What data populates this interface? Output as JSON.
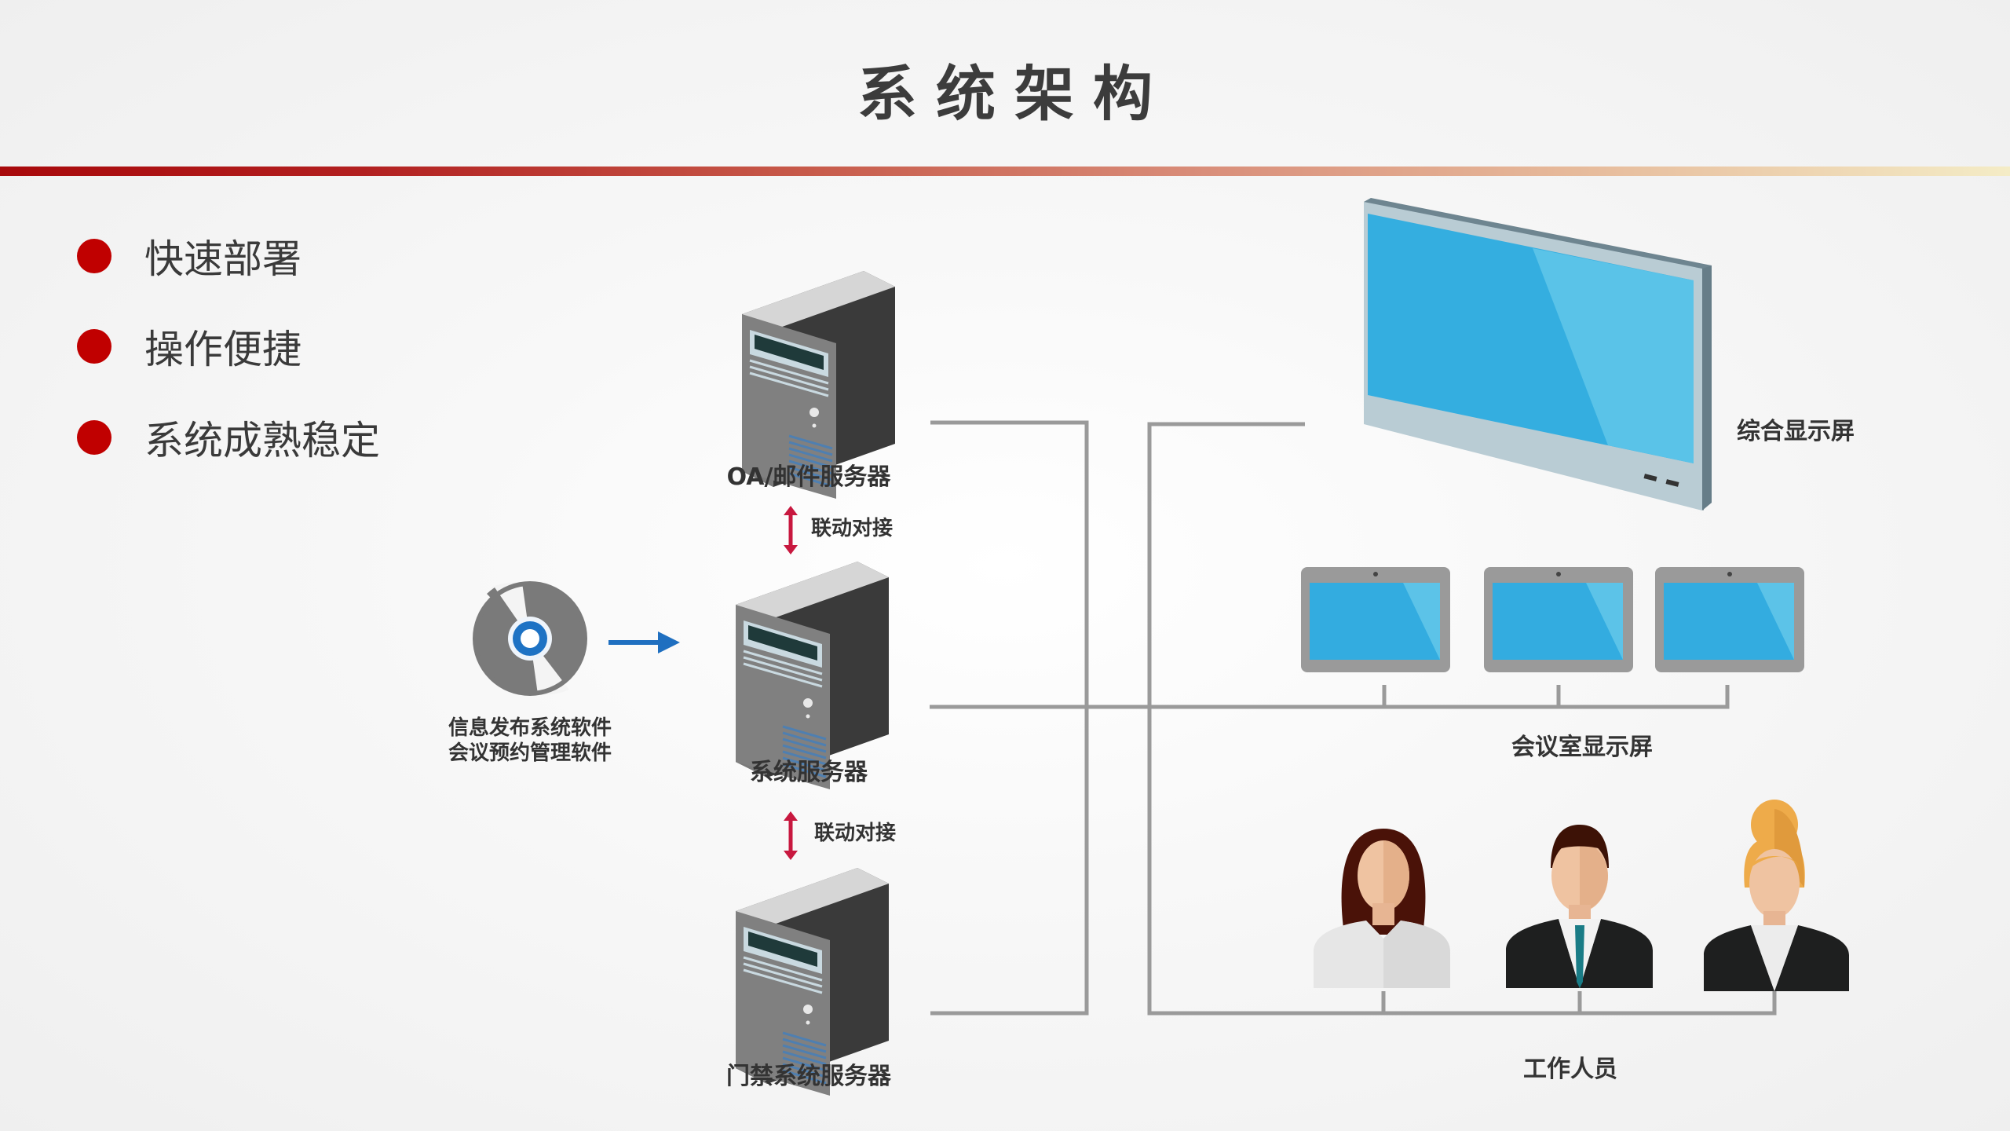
{
  "header": {
    "title": "系统架构"
  },
  "colors": {
    "accent": "#c00000",
    "line": "#999999",
    "screen": "#36aee0",
    "link_arrow": "#c8183f",
    "flow_arrow": "#1f6fc0"
  },
  "features": [
    {
      "label": "快速部署"
    },
    {
      "label": "操作便捷"
    },
    {
      "label": "系统成熟稳定"
    }
  ],
  "diagram": {
    "software": {
      "icon": "disc-icon",
      "line1": "信息发布系统软件",
      "line2": "会议预约管理软件"
    },
    "servers": [
      {
        "label": "OA/邮件服务器",
        "icon": "server-icon"
      },
      {
        "label": "系统服务器",
        "icon": "server-icon"
      },
      {
        "label": "门禁系统服务器",
        "icon": "server-icon"
      }
    ],
    "links": [
      {
        "label": "联动对接"
      },
      {
        "label": "联动对接"
      }
    ],
    "main_display": {
      "label": "综合显示屏",
      "icon": "large-display-icon"
    },
    "room_displays": {
      "label": "会议室显示屏",
      "count": 3,
      "icon": "tablet-display-icon"
    },
    "staff": {
      "label": "工作人员",
      "count": 3,
      "icon": "person-icon"
    }
  }
}
